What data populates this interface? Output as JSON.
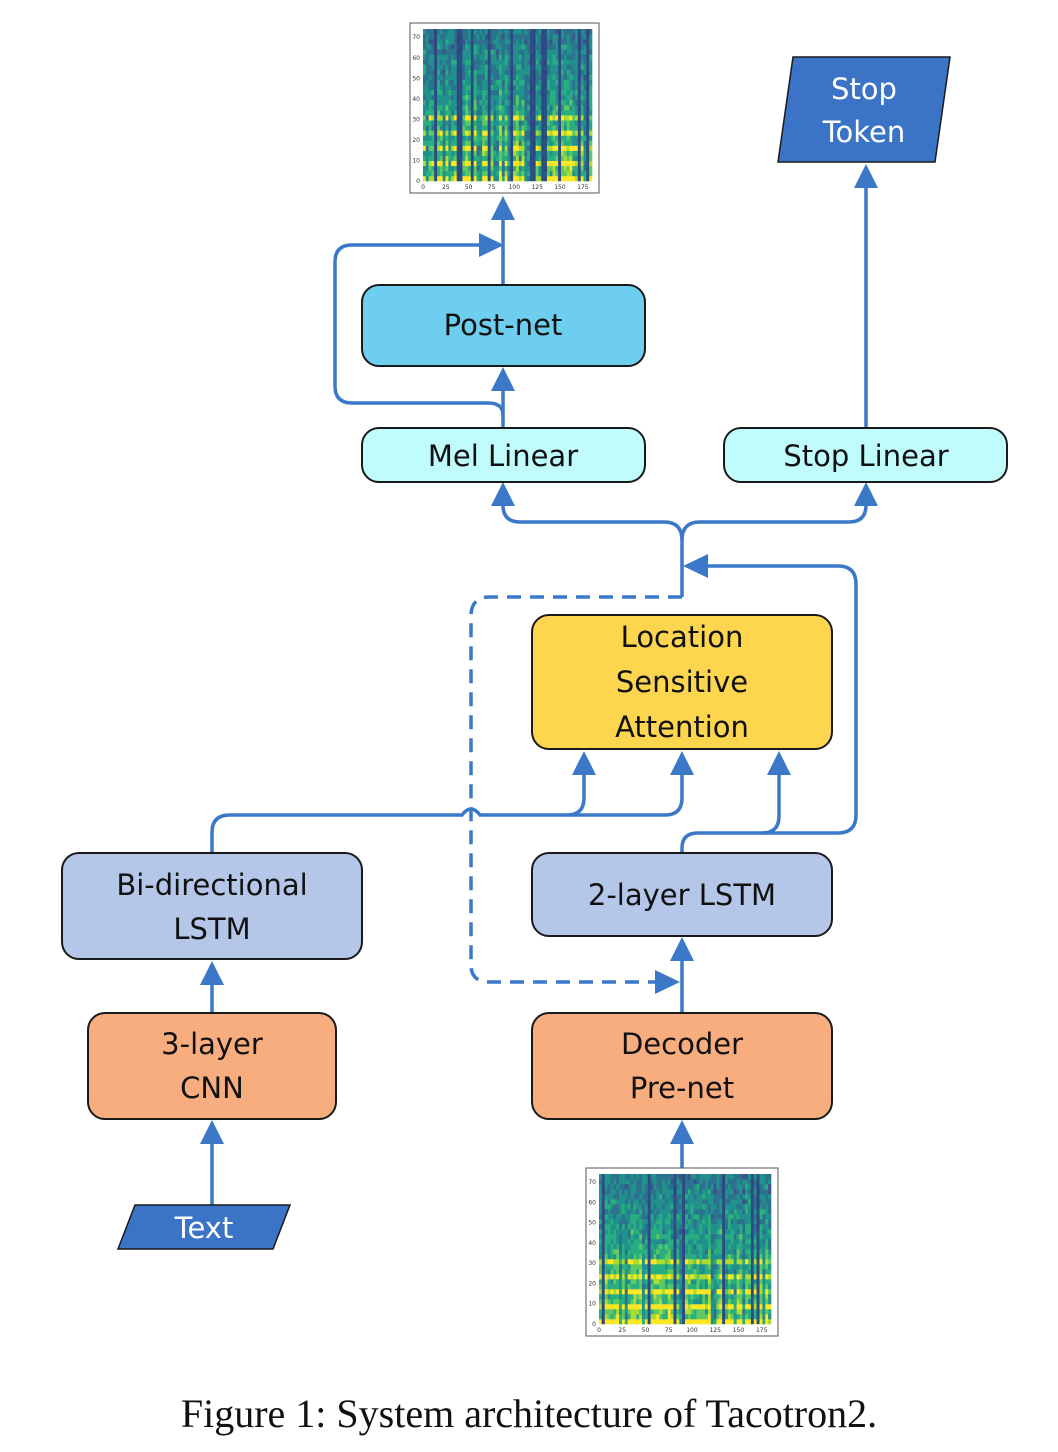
{
  "nodes": {
    "stop_token": [
      "Stop",
      "Token"
    ],
    "post_net": [
      "Post-net"
    ],
    "mel_linear": [
      "Mel Linear"
    ],
    "stop_linear": [
      "Stop Linear"
    ],
    "attention": [
      "Location",
      "Sensitive",
      "Attention"
    ],
    "bilstm": [
      "Bi-directional",
      "LSTM"
    ],
    "lstm2": [
      "2-layer LSTM"
    ],
    "cnn": [
      "3-layer",
      "CNN"
    ],
    "prenet": [
      "Decoder",
      "Pre-net"
    ],
    "text": [
      "Text"
    ]
  },
  "spectrogram": {
    "x_ticks": [
      "0",
      "25",
      "50",
      "75",
      "100",
      "125",
      "150",
      "175"
    ],
    "y_ticks": [
      "0",
      "10",
      "20",
      "30",
      "40",
      "50",
      "60",
      "70"
    ]
  },
  "colors": {
    "io_fill": "#3b73c6",
    "postnet_fill": "#6dcef0",
    "linear_fill": "#bffcfb",
    "attention_fill": "#fdd54f",
    "lstm_fill": "#b5c7e9",
    "orange_fill": "#f8ad7f",
    "arrow": "#3b78c8"
  },
  "caption": "Figure 1: System architecture of Tacotron2."
}
